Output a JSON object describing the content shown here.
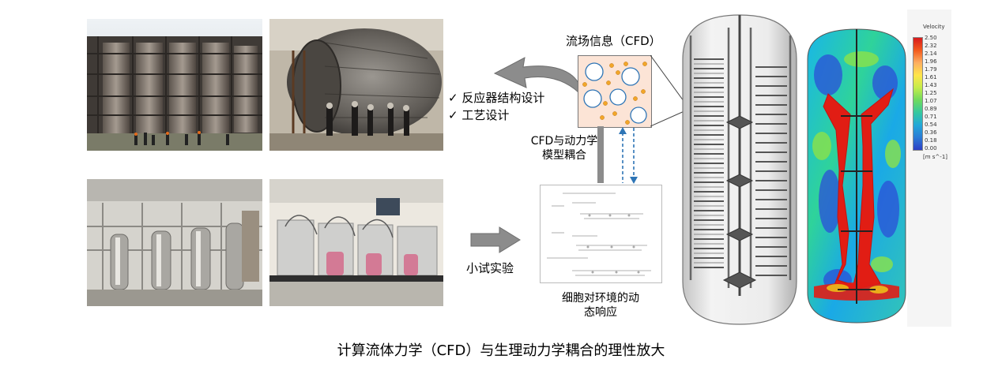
{
  "flow_info_label": "流场信息（CFD）",
  "bullets": [
    "反应器结构设计",
    "工艺设计"
  ],
  "check_mark": "✓",
  "coupling_label_line1": "CFD与动力学",
  "coupling_label_line2": "模型耦合",
  "pilot_label": "小试实验",
  "response_label_line1": "细胞对环境的动",
  "response_label_line2": "态响应",
  "caption": "计算流体力学（CFD）与生理动力学耦合的理性放大",
  "legend": {
    "title": "Velocity",
    "values": [
      "2.50",
      "2.32",
      "2.14",
      "1.96",
      "1.79",
      "1.61",
      "1.43",
      "1.25",
      "1.07",
      "0.89",
      "0.71",
      "0.54",
      "0.36",
      "0.18",
      "0.00"
    ],
    "unit": "[m s^-1]"
  },
  "colors": {
    "arrow_gray": "#8c8c8c",
    "cfd_box_fill": "#fce4d6",
    "dashed_blue": "#2e75b6",
    "velocity_red": "#e11d14"
  }
}
